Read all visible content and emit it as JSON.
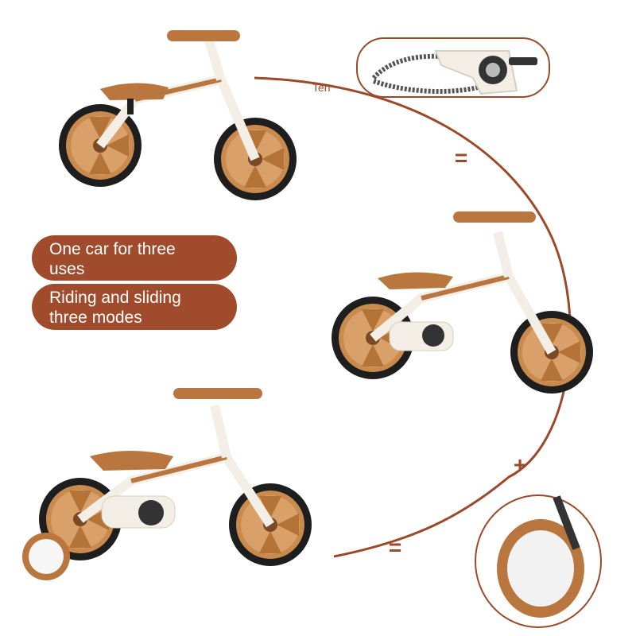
{
  "labels": {
    "pill_1_line_1": "One car for three",
    "pill_1_line_2": "uses",
    "pill_2_line_1": "Riding and sliding",
    "pill_2_line_2": "three modes",
    "callout_top": "Ten",
    "symbol_equals_1": "=",
    "symbol_plus": "+",
    "symbol_equals_2": "="
  },
  "colors": {
    "accent_brown": "#9a4a2a",
    "pill_fill": "#a04c2c",
    "tire_black": "#1e1e1e",
    "rim_tan": "#c98a4e",
    "frame_cream": "#f3efe6",
    "saddle_tan": "#b9763e"
  },
  "icons": {
    "balance_bike": "balance-bike-illustration",
    "pedal_bike": "pedal-bike-illustration",
    "training_wheel_bike": "training-wheel-bike-illustration",
    "chain_crank": "chain-crank-illustration",
    "training_wheel": "training-wheel-closeup"
  }
}
